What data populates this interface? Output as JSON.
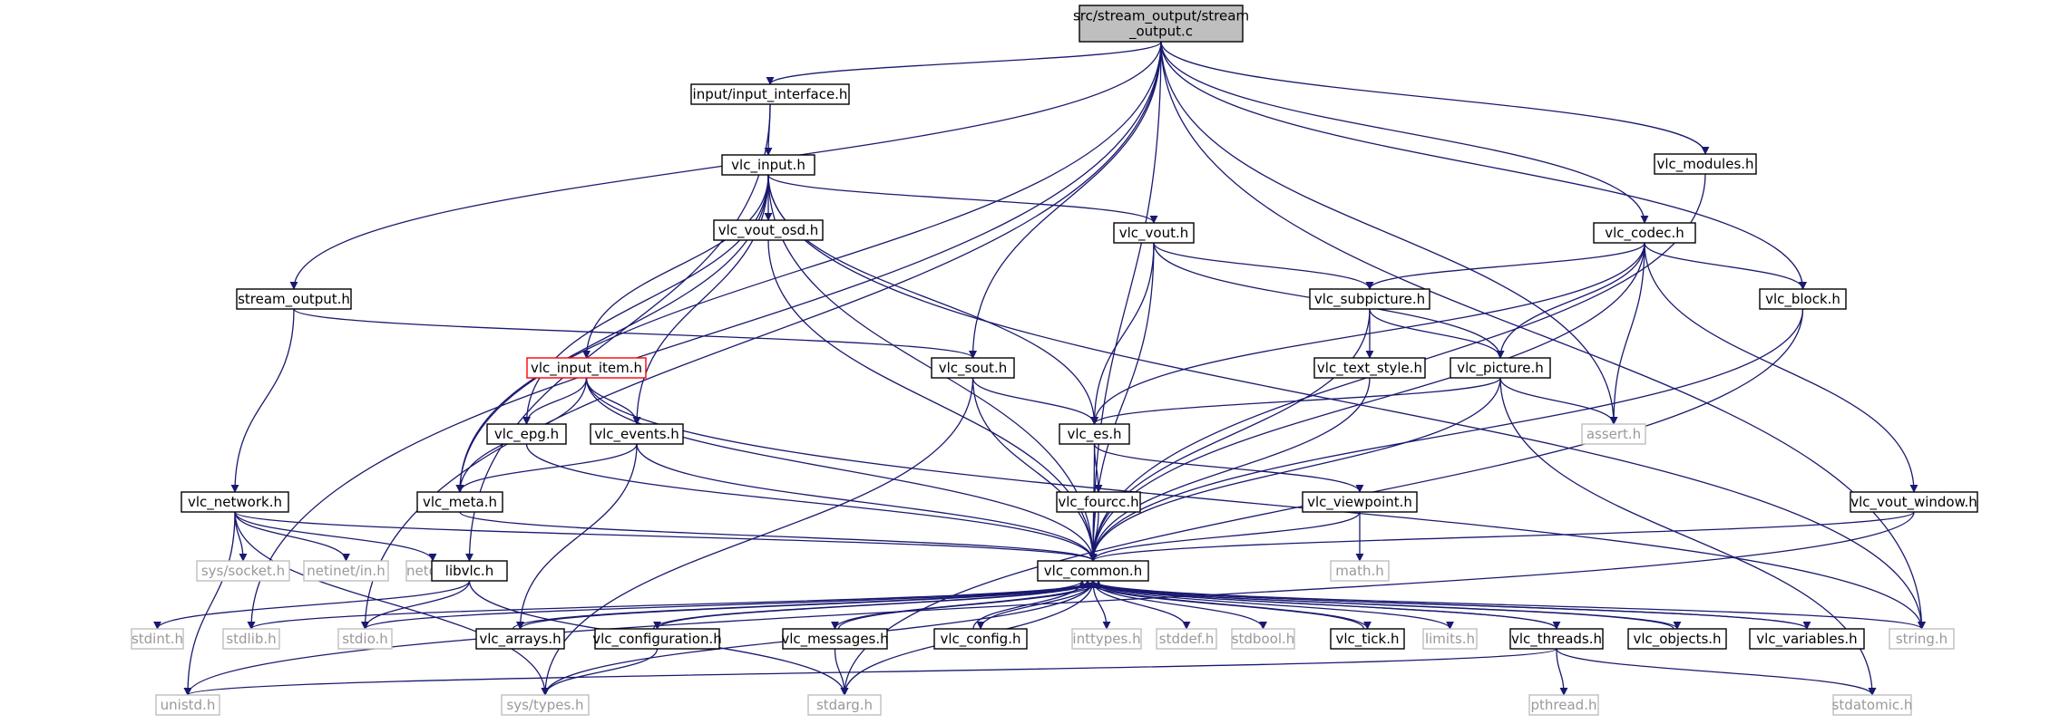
{
  "graph": {
    "title": "src/stream_output/stream_output.c",
    "colors": {
      "edge": "#191970",
      "root_fill": "#bfbfbf",
      "node_border": "#000000",
      "missing_border": "#bfbfbf",
      "missing_text": "#999999",
      "highlight_border": "#ff0000"
    },
    "nodes": [
      {
        "id": "root",
        "lines": [
          "src/stream_output/stream",
          "_output.c"
        ],
        "kind": "root"
      },
      {
        "id": "input_interface",
        "lines": [
          "input/input_interface.h"
        ],
        "kind": "normal"
      },
      {
        "id": "vlc_modules",
        "lines": [
          "vlc_modules.h"
        ],
        "kind": "normal"
      },
      {
        "id": "vlc_input",
        "lines": [
          "vlc_input.h"
        ],
        "kind": "normal"
      },
      {
        "id": "vlc_vout_osd",
        "lines": [
          "vlc_vout_osd.h"
        ],
        "kind": "normal"
      },
      {
        "id": "vlc_vout",
        "lines": [
          "vlc_vout.h"
        ],
        "kind": "normal"
      },
      {
        "id": "vlc_codec",
        "lines": [
          "vlc_codec.h"
        ],
        "kind": "normal"
      },
      {
        "id": "stream_output_h",
        "lines": [
          "stream_output.h"
        ],
        "kind": "normal"
      },
      {
        "id": "vlc_subpicture",
        "lines": [
          "vlc_subpicture.h"
        ],
        "kind": "normal"
      },
      {
        "id": "vlc_block",
        "lines": [
          "vlc_block.h"
        ],
        "kind": "normal"
      },
      {
        "id": "vlc_input_item",
        "lines": [
          "vlc_input_item.h"
        ],
        "kind": "highlight"
      },
      {
        "id": "vlc_sout",
        "lines": [
          "vlc_sout.h"
        ],
        "kind": "normal"
      },
      {
        "id": "vlc_text_style",
        "lines": [
          "vlc_text_style.h"
        ],
        "kind": "normal"
      },
      {
        "id": "vlc_picture",
        "lines": [
          "vlc_picture.h"
        ],
        "kind": "normal"
      },
      {
        "id": "assert",
        "lines": [
          "assert.h"
        ],
        "kind": "missing"
      },
      {
        "id": "vlc_epg",
        "lines": [
          "vlc_epg.h"
        ],
        "kind": "normal"
      },
      {
        "id": "vlc_events",
        "lines": [
          "vlc_events.h"
        ],
        "kind": "normal"
      },
      {
        "id": "vlc_es",
        "lines": [
          "vlc_es.h"
        ],
        "kind": "normal"
      },
      {
        "id": "vlc_network",
        "lines": [
          "vlc_network.h"
        ],
        "kind": "normal"
      },
      {
        "id": "vlc_meta",
        "lines": [
          "vlc_meta.h"
        ],
        "kind": "normal"
      },
      {
        "id": "vlc_fourcc",
        "lines": [
          "vlc_fourcc.h"
        ],
        "kind": "normal"
      },
      {
        "id": "vlc_viewpoint",
        "lines": [
          "vlc_viewpoint.h"
        ],
        "kind": "normal"
      },
      {
        "id": "vlc_vout_window",
        "lines": [
          "vlc_vout_window.h"
        ],
        "kind": "normal"
      },
      {
        "id": "sys_socket",
        "lines": [
          "sys/socket.h"
        ],
        "kind": "missing"
      },
      {
        "id": "netinet_in",
        "lines": [
          "netinet/in.h"
        ],
        "kind": "missing"
      },
      {
        "id": "netdb",
        "lines": [
          "netdb.h"
        ],
        "kind": "missing"
      },
      {
        "id": "libvlc",
        "lines": [
          "libvlc.h"
        ],
        "kind": "normal"
      },
      {
        "id": "vlc_common",
        "lines": [
          "vlc_common.h"
        ],
        "kind": "normal"
      },
      {
        "id": "math",
        "lines": [
          "math.h"
        ],
        "kind": "missing"
      },
      {
        "id": "stdint",
        "lines": [
          "stdint.h"
        ],
        "kind": "missing"
      },
      {
        "id": "stdlib",
        "lines": [
          "stdlib.h"
        ],
        "kind": "missing"
      },
      {
        "id": "stdio",
        "lines": [
          "stdio.h"
        ],
        "kind": "missing"
      },
      {
        "id": "vlc_arrays",
        "lines": [
          "vlc_arrays.h"
        ],
        "kind": "normal"
      },
      {
        "id": "vlc_configuration",
        "lines": [
          "vlc_configuration.h"
        ],
        "kind": "normal"
      },
      {
        "id": "vlc_messages",
        "lines": [
          "vlc_messages.h"
        ],
        "kind": "normal"
      },
      {
        "id": "vlc_config",
        "lines": [
          "vlc_config.h"
        ],
        "kind": "normal"
      },
      {
        "id": "inttypes",
        "lines": [
          "inttypes.h"
        ],
        "kind": "missing"
      },
      {
        "id": "stddef",
        "lines": [
          "stddef.h"
        ],
        "kind": "missing"
      },
      {
        "id": "stdbool",
        "lines": [
          "stdbool.h"
        ],
        "kind": "missing"
      },
      {
        "id": "vlc_tick",
        "lines": [
          "vlc_tick.h"
        ],
        "kind": "normal"
      },
      {
        "id": "limits",
        "lines": [
          "limits.h"
        ],
        "kind": "missing"
      },
      {
        "id": "vlc_threads",
        "lines": [
          "vlc_threads.h"
        ],
        "kind": "normal"
      },
      {
        "id": "vlc_objects",
        "lines": [
          "vlc_objects.h"
        ],
        "kind": "normal"
      },
      {
        "id": "vlc_variables",
        "lines": [
          "vlc_variables.h"
        ],
        "kind": "normal"
      },
      {
        "id": "string",
        "lines": [
          "string.h"
        ],
        "kind": "missing"
      },
      {
        "id": "unistd",
        "lines": [
          "unistd.h"
        ],
        "kind": "missing"
      },
      {
        "id": "sys_types",
        "lines": [
          "sys/types.h"
        ],
        "kind": "missing"
      },
      {
        "id": "stdarg",
        "lines": [
          "stdarg.h"
        ],
        "kind": "missing"
      },
      {
        "id": "pthread",
        "lines": [
          "pthread.h"
        ],
        "kind": "missing"
      },
      {
        "id": "stdatomic",
        "lines": [
          "stdatomic.h"
        ],
        "kind": "missing"
      }
    ],
    "edges": [
      [
        "root",
        "input_interface"
      ],
      [
        "root",
        "vlc_modules"
      ],
      [
        "root",
        "stream_output_h"
      ],
      [
        "root",
        "vlc_codec"
      ],
      [
        "root",
        "vlc_block"
      ],
      [
        "root",
        "vlc_sout"
      ],
      [
        "root",
        "vlc_common"
      ],
      [
        "root",
        "assert"
      ],
      [
        "root",
        "string"
      ],
      [
        "root",
        "vlc_meta"
      ],
      [
        "root",
        "stdlib"
      ],
      [
        "root",
        "stdio"
      ],
      [
        "input_interface",
        "vlc_input"
      ],
      [
        "input_interface",
        "libvlc"
      ],
      [
        "vlc_input",
        "vlc_vout_osd"
      ],
      [
        "vlc_input",
        "vlc_vout"
      ],
      [
        "vlc_input",
        "vlc_input_item"
      ],
      [
        "vlc_input",
        "vlc_epg"
      ],
      [
        "vlc_input",
        "vlc_events"
      ],
      [
        "vlc_input",
        "vlc_meta"
      ],
      [
        "vlc_input",
        "vlc_es"
      ],
      [
        "vlc_input",
        "vlc_common"
      ],
      [
        "vlc_input",
        "string"
      ],
      [
        "vlc_vout_osd",
        "vlc_common"
      ],
      [
        "vlc_vout",
        "vlc_subpicture"
      ],
      [
        "vlc_vout",
        "vlc_picture"
      ],
      [
        "vlc_vout",
        "vlc_es"
      ],
      [
        "vlc_vout",
        "vlc_common"
      ],
      [
        "vlc_codec",
        "vlc_subpicture"
      ],
      [
        "vlc_codec",
        "vlc_picture"
      ],
      [
        "vlc_codec",
        "vlc_block"
      ],
      [
        "vlc_codec",
        "assert"
      ],
      [
        "vlc_codec",
        "vlc_es"
      ],
      [
        "vlc_codec",
        "vlc_vout_window"
      ],
      [
        "vlc_codec",
        "vlc_common"
      ],
      [
        "vlc_modules",
        "vlc_common"
      ],
      [
        "stream_output_h",
        "vlc_sout"
      ],
      [
        "stream_output_h",
        "vlc_network"
      ],
      [
        "vlc_subpicture",
        "vlc_picture"
      ],
      [
        "vlc_subpicture",
        "vlc_text_style"
      ],
      [
        "vlc_subpicture",
        "vlc_common"
      ],
      [
        "vlc_block",
        "vlc_common"
      ],
      [
        "vlc_block",
        "stdarg"
      ],
      [
        "vlc_input_item",
        "vlc_epg"
      ],
      [
        "vlc_input_item",
        "vlc_events"
      ],
      [
        "vlc_input_item",
        "vlc_meta"
      ],
      [
        "vlc_input_item",
        "vlc_common"
      ],
      [
        "vlc_input_item",
        "string"
      ],
      [
        "vlc_sout",
        "vlc_es"
      ],
      [
        "vlc_sout",
        "vlc_common"
      ],
      [
        "vlc_sout",
        "sys_types"
      ],
      [
        "vlc_text_style",
        "vlc_common"
      ],
      [
        "vlc_picture",
        "vlc_es"
      ],
      [
        "vlc_picture",
        "assert"
      ],
      [
        "vlc_picture",
        "vlc_common"
      ],
      [
        "vlc_picture",
        "stdatomic"
      ],
      [
        "vlc_epg",
        "vlc_common"
      ],
      [
        "vlc_events",
        "vlc_meta"
      ],
      [
        "vlc_events",
        "vlc_common"
      ],
      [
        "vlc_events",
        "vlc_arrays"
      ],
      [
        "vlc_es",
        "vlc_fourcc"
      ],
      [
        "vlc_es",
        "vlc_viewpoint"
      ],
      [
        "vlc_es",
        "vlc_common"
      ],
      [
        "vlc_network",
        "sys_socket"
      ],
      [
        "vlc_network",
        "netinet_in"
      ],
      [
        "vlc_network",
        "netdb"
      ],
      [
        "vlc_network",
        "unistd"
      ],
      [
        "vlc_network",
        "sys_types"
      ],
      [
        "vlc_network",
        "vlc_common"
      ],
      [
        "vlc_meta",
        "vlc_common"
      ],
      [
        "vlc_fourcc",
        "vlc_common"
      ],
      [
        "vlc_viewpoint",
        "math"
      ],
      [
        "vlc_viewpoint",
        "vlc_common"
      ],
      [
        "vlc_vout_window",
        "vlc_common"
      ],
      [
        "vlc_vout_window",
        "unistd"
      ],
      [
        "libvlc",
        "stdint"
      ],
      [
        "libvlc",
        "stdio"
      ],
      [
        "libvlc",
        "stdarg"
      ],
      [
        "vlc_common",
        "vlc_arrays"
      ],
      [
        "vlc_common",
        "vlc_configuration"
      ],
      [
        "vlc_common",
        "vlc_messages"
      ],
      [
        "vlc_common",
        "vlc_config"
      ],
      [
        "vlc_common",
        "inttypes"
      ],
      [
        "vlc_common",
        "stddef"
      ],
      [
        "vlc_common",
        "stdbool"
      ],
      [
        "vlc_common",
        "vlc_tick"
      ],
      [
        "vlc_common",
        "limits"
      ],
      [
        "vlc_common",
        "vlc_threads"
      ],
      [
        "vlc_common",
        "vlc_objects"
      ],
      [
        "vlc_common",
        "vlc_variables"
      ],
      [
        "vlc_common",
        "string"
      ],
      [
        "vlc_common",
        "stdlib"
      ],
      [
        "vlc_common",
        "stdio"
      ],
      [
        "vlc_common",
        "stdarg"
      ],
      [
        "vlc_common",
        "sys_types"
      ],
      [
        "vlc_arrays",
        "vlc_common"
      ],
      [
        "vlc_configuration",
        "vlc_common"
      ],
      [
        "vlc_configuration",
        "sys_types"
      ],
      [
        "vlc_messages",
        "vlc_common"
      ],
      [
        "vlc_messages",
        "stdarg"
      ],
      [
        "vlc_config",
        "vlc_common"
      ],
      [
        "vlc_tick",
        "vlc_common"
      ],
      [
        "vlc_threads",
        "vlc_common"
      ],
      [
        "vlc_threads",
        "unistd"
      ],
      [
        "vlc_threads",
        "pthread"
      ],
      [
        "vlc_threads",
        "stdatomic"
      ],
      [
        "vlc_objects",
        "vlc_common"
      ],
      [
        "vlc_variables",
        "vlc_common"
      ]
    ]
  }
}
